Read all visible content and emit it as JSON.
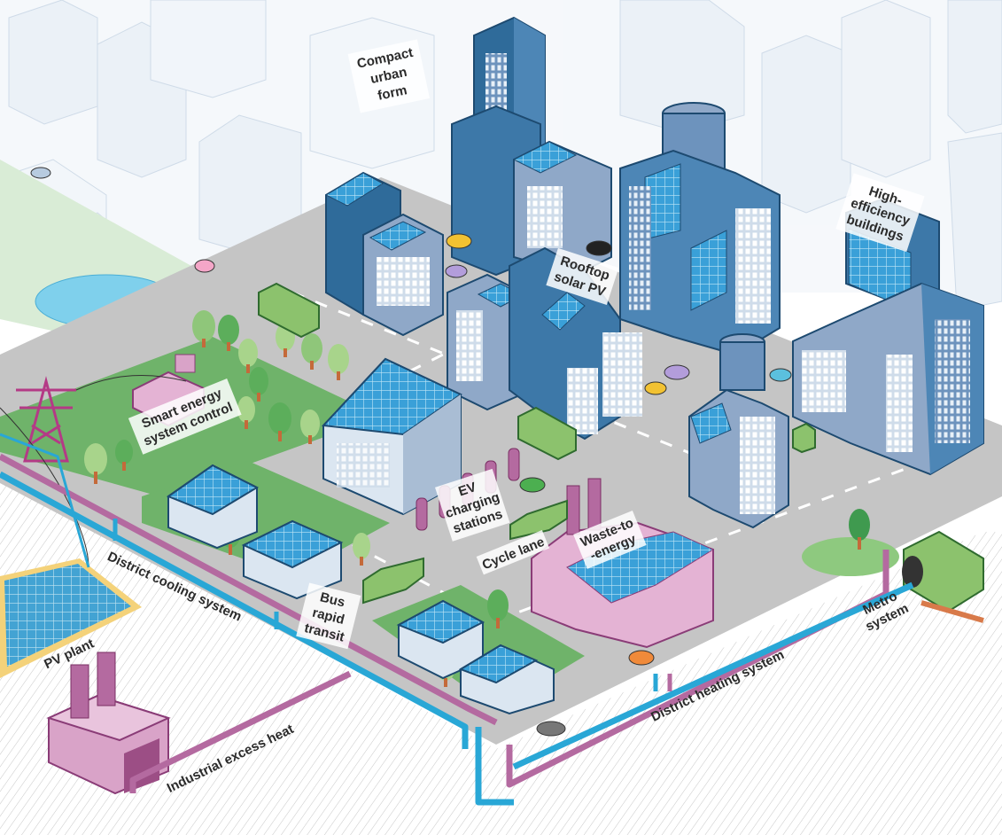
{
  "labels": {
    "compact_urban_form": [
      "Compact",
      "urban",
      "form"
    ],
    "high_efficiency_buildings": [
      "High-",
      "efficiency",
      "buildings"
    ],
    "rooftop_solar_pv": [
      "Rooftop",
      "solar PV"
    ],
    "smart_energy_system_control": [
      "Smart energy",
      "system control"
    ],
    "ev_charging_stations": [
      "EV",
      "charging",
      "stations"
    ],
    "cycle_lane": "Cycle lane",
    "waste_to_energy": [
      "Waste-to",
      "-energy"
    ],
    "district_cooling_system": "District cooling system",
    "bus_rapid_transit": [
      "Bus",
      "rapid",
      "transit"
    ],
    "pv_plant": "PV plant",
    "industrial_excess_heat": "Industrial excess heat",
    "district_heating_system": "District heating system",
    "metro_system": [
      "Metro",
      "system"
    ]
  },
  "colors": {
    "building_dark": "#2f6b9a",
    "building_mid": "#8fa8c8",
    "building_light": "#dbe6f1",
    "solar": "#3aa0d8",
    "green_area": "#6fb36a",
    "road": "#b9b9b9",
    "cooling_pipe": "#29a7d6",
    "heating_pipe": "#b46aa0",
    "pv_plant_ground": "#f4d27a",
    "industry": "#d9a3c8"
  }
}
